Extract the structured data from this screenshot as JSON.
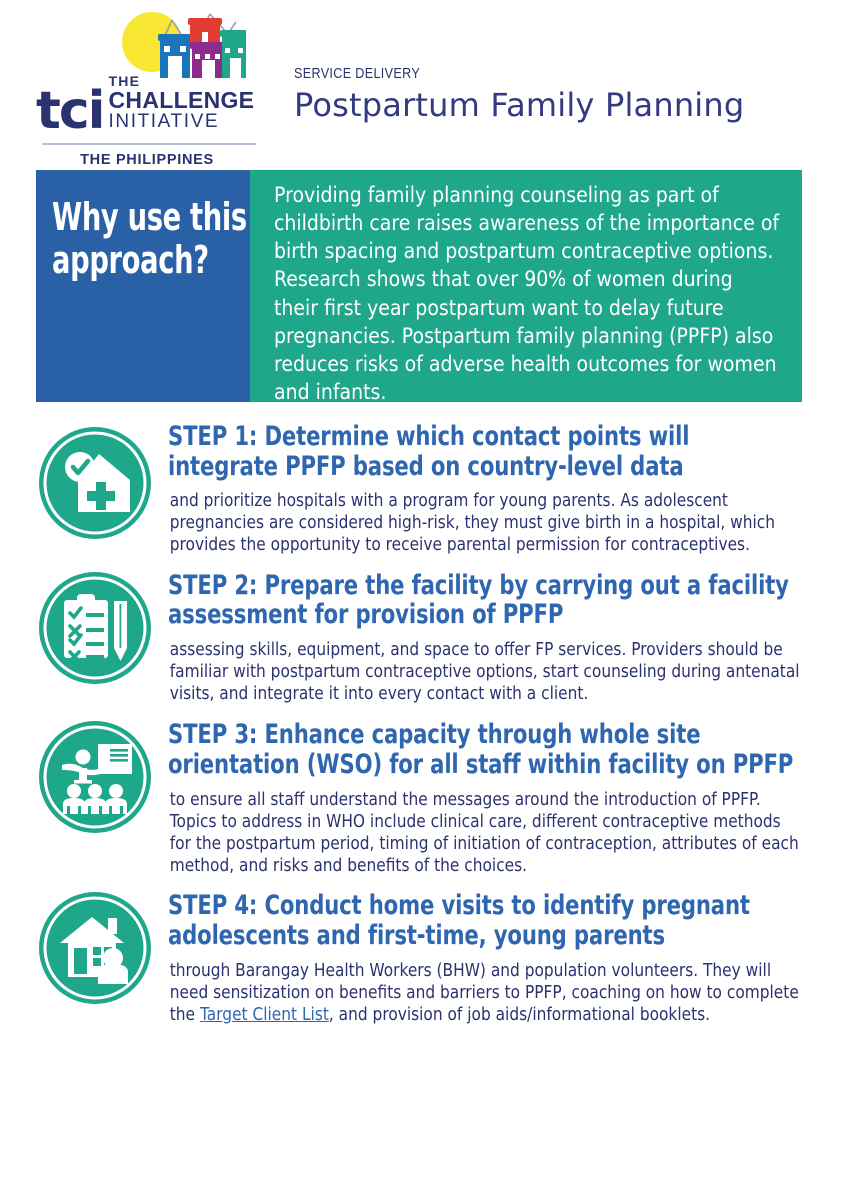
{
  "logo": {
    "mark_text": "tci",
    "line_the": "THE",
    "line_challenge": "CHALLENGE",
    "line_initiative": "INITIATIVE",
    "country": "THE PHILIPPINES",
    "colors": {
      "navy": "#2B3270",
      "sun": "#F7E733",
      "building_blue": "#1B75BB",
      "building_red": "#E03C31",
      "building_purple": "#8E2C8E",
      "building_teal": "#1FA78B"
    }
  },
  "header": {
    "kicker": "SERVICE DELIVERY",
    "title": "Postpartum Family Planning"
  },
  "why_banner": {
    "label": "Why use this approach?",
    "body": "Providing family planning counseling as part of childbirth care raises awareness of the importance of birth spacing and postpartum contraceptive options. Research shows that over 90% of women during their first year postpartum want to delay future pregnancies. Postpartum family planning (PPFP) also reduces risks of adverse health outcomes for women and infants.",
    "label_bg": "#2A60A5",
    "body_bg": "#1FA78B"
  },
  "steps": [
    {
      "icon": "hospital-check-icon",
      "heading": "STEP 1: Determine which contact points will integrate PPFP based on country-level data",
      "description": "and prioritize hospitals with a program for young parents. As adolescent pregnancies are considered high-risk, they must give birth in a hospital, which provides the opportunity to receive parental permission for contraceptives."
    },
    {
      "icon": "clipboard-checklist-pencil-icon",
      "heading": "STEP 2: Prepare the facility by carrying out a facility assessment for provision of PPFP",
      "description": "assessing skills, equipment, and space to offer FP services. Providers should be familiar with postpartum contraceptive options, start counseling during antenatal visits, and integrate it into every contact with a client."
    },
    {
      "icon": "training-presentation-icon",
      "heading": "STEP 3: Enhance capacity through whole site orientation (WSO) for all staff within facility on PPFP",
      "description": "to ensure all staff understand the messages around the introduction of PPFP. Topics to address in WHO include clinical care, different contraceptive methods for the postpartum period, timing of initiation of contraception, attributes of each method, and risks and benefits of the choices."
    },
    {
      "icon": "home-visit-icon",
      "heading": "STEP 4: Conduct home visits to identify pregnant adolescents and first-time, young parents",
      "description_before_link": "through Barangay Health Workers (BHW) and population volunteers. They will need sensitization on benefits and barriers to PPFP, coaching on how to complete the ",
      "link_text": "Target Client List",
      "description_after_link": ", and provision of job aids/informational booklets."
    }
  ],
  "theme": {
    "heading_blue": "#2E66B0",
    "body_navy": "#2B3270",
    "teal": "#1FA78B",
    "link_blue": "#2E66B0"
  }
}
